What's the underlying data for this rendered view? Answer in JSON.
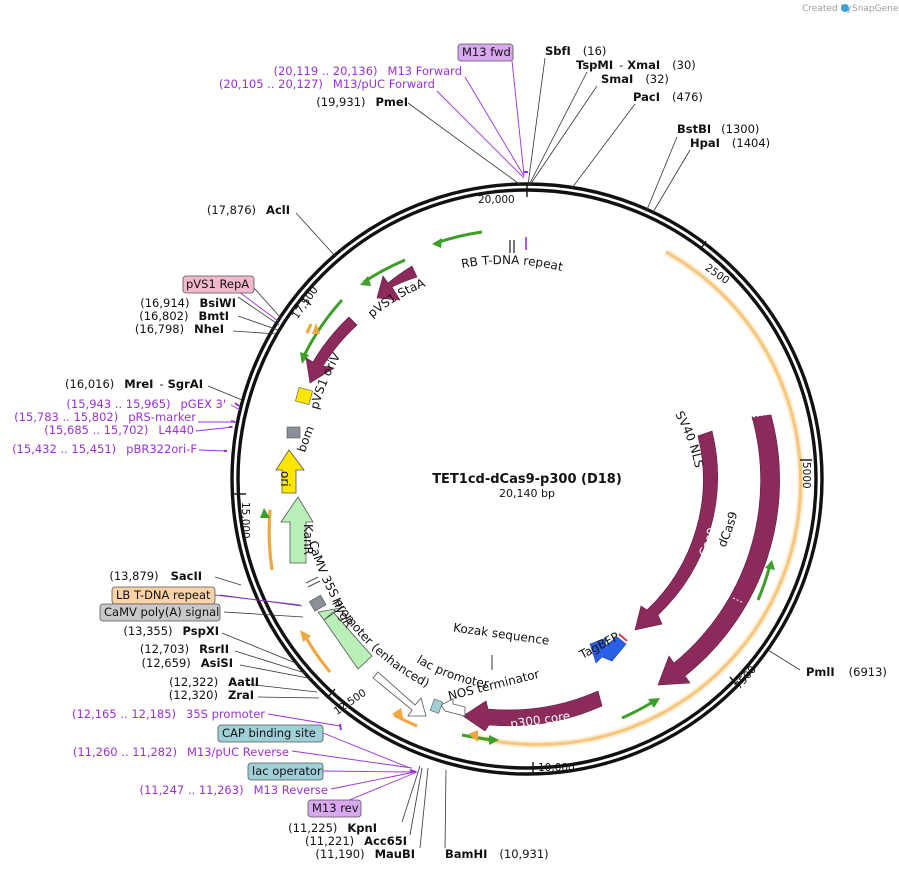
{
  "credit": {
    "prefix": "Created by",
    "brand": "SnapGene"
  },
  "plasmid": {
    "name": "TET1cd-dCas9-p300 (D18)",
    "size": "20,140 bp"
  },
  "ticks": [
    "20,000",
    "2500",
    "5000",
    "7500",
    "10,000",
    "12,500",
    "15,000",
    "17,500"
  ],
  "sites": [
    {
      "name": "SbfI",
      "pos": "(16)"
    },
    {
      "name": "TspMI",
      "pos": "(30)",
      "partner": "XmaI"
    },
    {
      "name": "SmaI",
      "pos": "(32)"
    },
    {
      "name": "PacI",
      "pos": "(476)"
    },
    {
      "name": "BstBI",
      "pos": "(1300)"
    },
    {
      "name": "HpaI",
      "pos": "(1404)"
    },
    {
      "name": "PmlI",
      "pos": "(6913)"
    },
    {
      "name": "BamHI",
      "pos": "(10,931)"
    },
    {
      "name": "MauBI",
      "pos": "(11,190)"
    },
    {
      "name": "Acc65I",
      "pos": "(11,221)"
    },
    {
      "name": "KpnI",
      "pos": "(11,225)"
    },
    {
      "name": "ZraI",
      "pos": "(12,320)"
    },
    {
      "name": "AatII",
      "pos": "(12,322)"
    },
    {
      "name": "AsiSI",
      "pos": "(12,659)"
    },
    {
      "name": "RsrII",
      "pos": "(12,703)"
    },
    {
      "name": "PspXI",
      "pos": "(13,355)"
    },
    {
      "name": "SacII",
      "pos": "(13,879)"
    },
    {
      "name": "MreI",
      "pos": "(16,016)",
      "partner": "SgrAI"
    },
    {
      "name": "NheI",
      "pos": "(16,798)"
    },
    {
      "name": "BmtI",
      "pos": "(16,802)"
    },
    {
      "name": "BsiWI",
      "pos": "(16,914)"
    },
    {
      "name": "AclI",
      "pos": "(17,876)"
    },
    {
      "name": "PmeI",
      "pos": "(19,931)"
    }
  ],
  "primers": [
    {
      "range": "(20,119 .. 20,136)",
      "name": "M13 Forward"
    },
    {
      "range": "(20,105 .. 20,127)",
      "name": "M13/pUC Forward"
    },
    {
      "range": "(15,943 .. 15,965)",
      "name": "pGEX 3'"
    },
    {
      "range": "(15,783 .. 15,802)",
      "name": "pRS-marker"
    },
    {
      "range": "(15,685 .. 15,702)",
      "name": "L4440"
    },
    {
      "range": "(15,432 .. 15,451)",
      "name": "pBR322ori-F"
    },
    {
      "range": "(12,165 .. 12,185)",
      "name": "35S promoter"
    },
    {
      "range": "(11,260 .. 11,282)",
      "name": "M13/pUC Reverse"
    },
    {
      "range": "(11,247 .. 11,263)",
      "name": "M13 Reverse"
    }
  ],
  "boxes": [
    {
      "text": "M13 fwd",
      "color": "#d9a8f0"
    },
    {
      "text": "pVS1 RepA",
      "color": "#f2b8cc"
    },
    {
      "text": "LB T-DNA repeat",
      "color": "#fbd3a6"
    },
    {
      "text": "CaMV poly(A) signal",
      "color": "#c8c8c8"
    },
    {
      "text": "CAP binding site",
      "color": "#9fd0d8"
    },
    {
      "text": "lac operator",
      "color": "#9fd0d8"
    },
    {
      "text": "M13 rev",
      "color": "#d9a8f0"
    }
  ],
  "features": {
    "rb": "RB T-DNA repeat",
    "staA": "pVS1 StaA",
    "oriV": "pVS1 oriV",
    "bom": "bom",
    "ori": "ori",
    "kanR": "KanR",
    "camv35s": "CaMV 35S promoter (enhanced)",
    "hygR": "HygR",
    "lacPromoter": "lac promoter",
    "nosTerm": "NOS terminator",
    "kozak": "Kozak sequence",
    "p300": "p300 core",
    "tagBFP": "TagBFP",
    "cas9": "Cas9",
    "dcas9": "dCas9",
    "sv40": "SV40 NLS"
  },
  "colors": {
    "cds": "#8c2a5c",
    "orf": "#f2a640",
    "green": "#3d9e2a",
    "primer": "#9b30d9",
    "yellow": "#ffe600",
    "bom": "#8a9096",
    "kanR": "#b8f0b8",
    "blue": "#2a5fe8"
  }
}
